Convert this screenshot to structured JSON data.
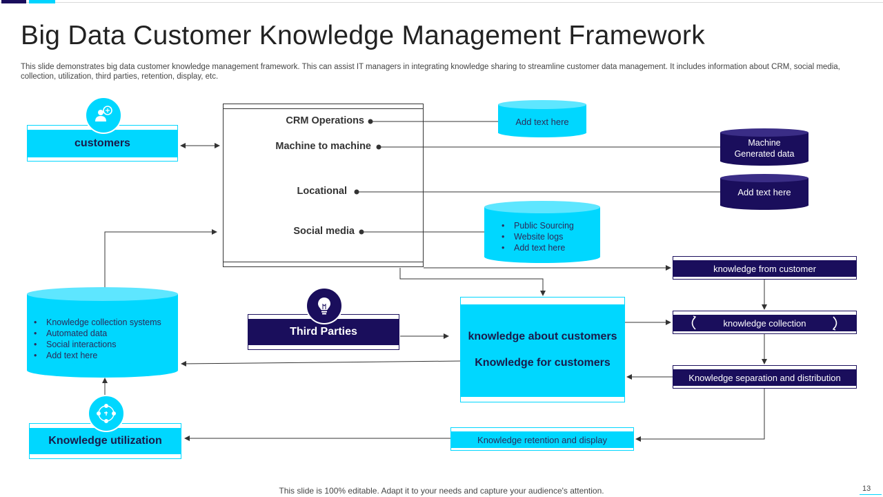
{
  "slide": {
    "title": "Big Data Customer Knowledge Management Framework",
    "subtitle": "This slide demonstrates big data customer knowledge management framework. This can assist IT managers in integrating knowledge sharing to streamline customer data management. It includes information about CRM, social media, collection, utilization, third parties, retention, display, etc.",
    "footer": "This slide is 100% editable. Adapt it to your needs and capture your audience's attention.",
    "page_number": "13"
  },
  "colors": {
    "cyan": "#00d7ff",
    "navy": "#1a0e5c",
    "light_cyan": "#5ee6ff"
  },
  "customers": {
    "label": "customers",
    "icon": "customers-chat-icon"
  },
  "sources": {
    "items": [
      "CRM Operations",
      "Machine to machine",
      "Locational",
      "Social media"
    ]
  },
  "data_stores": {
    "crm": "Add text here",
    "machine_line1": "Machine",
    "machine_line2": "Generated data",
    "locational": "Add text here",
    "social_items": [
      "Public Sourcing",
      "Website logs",
      "Add text here"
    ]
  },
  "knowledge_db": {
    "items": [
      "Knowledge collection systems",
      "Automated data",
      "Social interactions",
      "Add text here"
    ]
  },
  "third_parties": {
    "label": "Third Parties",
    "icon": "lightbulb-icon"
  },
  "center": {
    "line1": "knowledge about customers",
    "line2": "Knowledge for customers"
  },
  "process": {
    "from_customer": "knowledge from customer",
    "collection": "knowledge collection",
    "separation": "Knowledge separation and distribution",
    "retention": "Knowledge retention and display"
  },
  "utilization": {
    "label": "Knowledge utilization",
    "icon": "network-people-icon"
  }
}
